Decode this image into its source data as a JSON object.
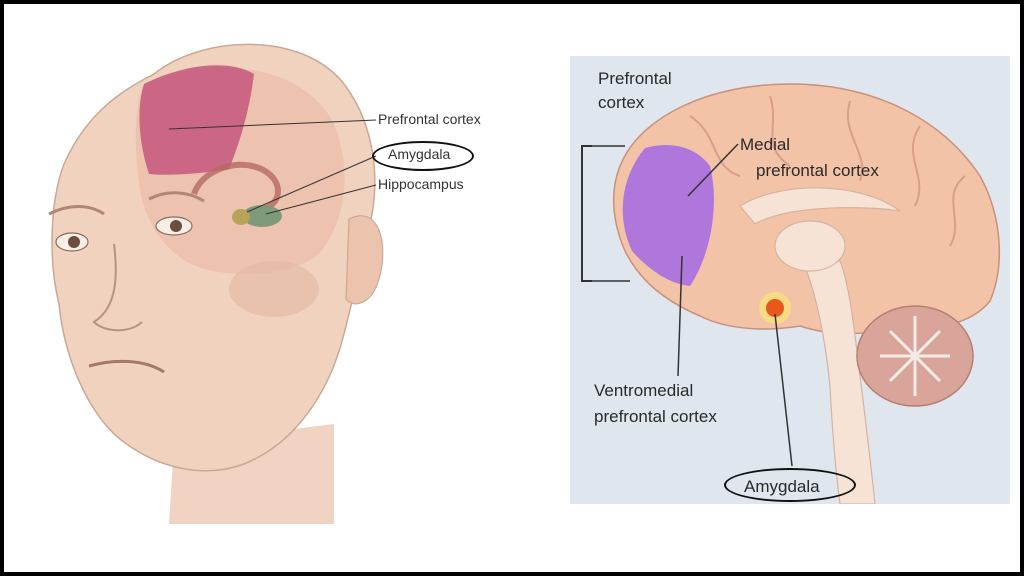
{
  "left_figure": {
    "labels": {
      "prefrontal_cortex": "Prefrontal cortex",
      "amygdala": "Amygdala",
      "hippocampus": "Hippocampus"
    }
  },
  "right_figure": {
    "labels": {
      "prefrontal_cortex_line1": "Prefrontal",
      "prefrontal_cortex_line2": "cortex",
      "medial_line1": "Medial",
      "medial_line2": "prefrontal cortex",
      "ventromedial_line1": "Ventromedial",
      "ventromedial_line2": "prefrontal cortex",
      "amygdala": "Amygdala"
    }
  },
  "colors": {
    "skin": "#f1d2bf",
    "prefrontal_left": "#c4577d",
    "brain_tissue": "#f3c3a8",
    "prefrontal_right": "#a76ee0",
    "amygdala_highlight": "#e8581d",
    "hippocampus": "#7f9a7b",
    "background_right": "#dfe6ee"
  }
}
